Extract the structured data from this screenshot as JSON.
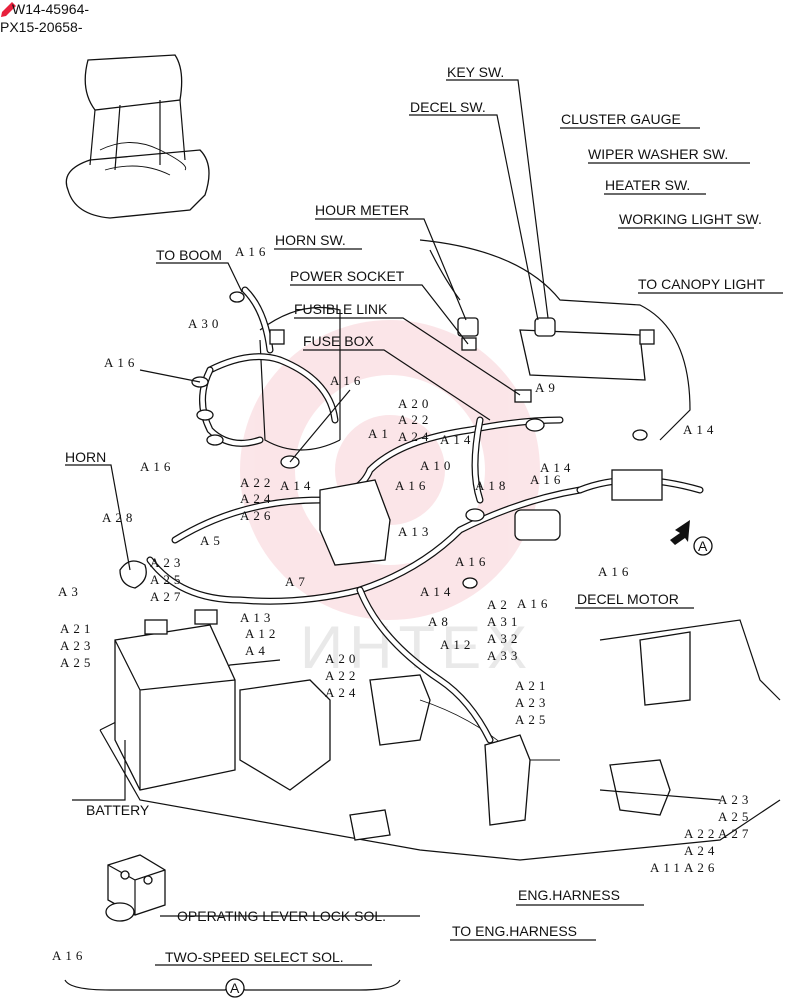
{
  "header": {
    "serial_line_1": "W14-45964-",
    "serial_line_2": "PX15-20658-"
  },
  "watermark": "ИНТЕХ",
  "brand_color": "#e8203c",
  "callouts": {
    "key_sw": "KEY SW.",
    "decel_sw": "DECEL SW.",
    "cluster_gauge": "CLUSTER GAUGE",
    "wiper_washer_sw": "WIPER WASHER SW.",
    "heater_sw": "HEATER SW.",
    "working_light_sw": "WORKING LIGHT SW.",
    "to_canopy_light": "TO CANOPY LIGHT",
    "hour_meter": "HOUR METER",
    "horn_sw": "HORN SW.",
    "to_boom": "TO BOOM",
    "power_socket": "POWER SOCKET",
    "fusible_link": "FUSIBLE LINK",
    "fuse_box": "FUSE BOX",
    "horn": "HORN",
    "decel_motor": "DECEL MOTOR",
    "battery": "BATTERY",
    "eng_harness": "ENG.HARNESS",
    "to_eng_harness": "TO ENG.HARNESS",
    "operating_lever_lock_sol": "OPERATING LEVER LOCK SOL.",
    "two_speed_select_sol": "TWO-SPEED SELECT SOL.",
    "view_a": "A"
  },
  "codes": {
    "c01": "A16",
    "c02": "A30",
    "c03": "A16",
    "c04": "A16",
    "c05": "A20",
    "c06": "A22",
    "c07": "A1",
    "c08": "A24",
    "c09": "A14",
    "c10": "A9",
    "c11": "A14",
    "c12": "A16",
    "c13": "A22",
    "c14": "A24",
    "c15": "A26",
    "c16": "A14",
    "c17": "A16",
    "c18": "A10",
    "c19": "A18",
    "c20": "A16",
    "c21": "A14",
    "c22": "A28",
    "c23": "A5",
    "c24": "A13",
    "c25": "A23",
    "c26": "A25",
    "c27": "A27",
    "c28": "A3",
    "c29": "A7",
    "c30": "A16",
    "c31": "A16",
    "c32": "A14",
    "c33": "A21",
    "c34": "A23",
    "c35": "A25",
    "c36": "A13",
    "c37": "A12",
    "c38": "A4",
    "c39": "A8",
    "c40": "A12",
    "c41": "A2",
    "c42": "A31",
    "c43": "A32",
    "c44": "A33",
    "c45": "A16",
    "c46": "A20",
    "c47": "A22",
    "c48": "A24",
    "c49": "A21",
    "c50": "A23",
    "c51": "A25",
    "c52": "A23",
    "c53": "A25",
    "c54": "A22",
    "c55": "A27",
    "c56": "A24",
    "c57": "A11",
    "c58": "A26",
    "c59": "A16"
  }
}
